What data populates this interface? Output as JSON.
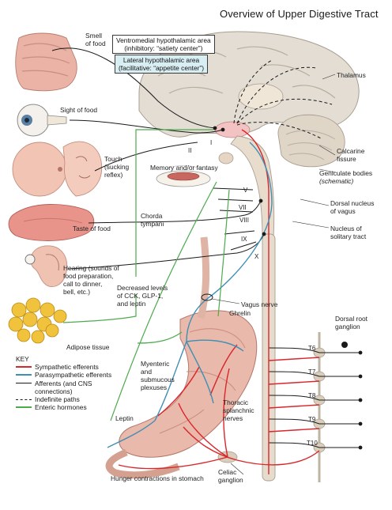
{
  "title": "Overview of Upper Digestive Tract",
  "boxes": {
    "vmh_line1": "Ventromedial hypothalamic area",
    "vmh_line2": "(inhibitory: “satiety center”)",
    "lha_line1": "Lateral hypothalamic area",
    "lha_line2": "(facilitative: “appetite center”)"
  },
  "labels": {
    "smell1": "Smell",
    "smell2": "of food",
    "sight": "Sight of food",
    "touch1": "Touch",
    "touch2": "(sucking",
    "touch3": "reflex)",
    "memory": "Memory and/or fantasy",
    "taste": "Taste of food",
    "chorda1": "Chorda",
    "chorda2": "tympani",
    "hearing1": "Hearing (sounds of",
    "hearing2": "food preparation,",
    "hearing3": "call to dinner,",
    "hearing4": "bell, etc.)",
    "decreased1": "Decreased levels",
    "decreased2": "of CCK, GLP-1,",
    "decreased3": "and leptin",
    "adipose": "Adipose tissue",
    "thalamus": "Thalamus",
    "calcarine1": "Calcarine",
    "calcarine2": "fissure",
    "geniculate1": "Geniculate bodies",
    "geniculate2": "(schematic)",
    "dorsal_vagus1": "Dorsal nucleus",
    "dorsal_vagus2": "of vagus",
    "solitary1": "Nucleus of",
    "solitary2": "solitary tract",
    "vagus": "Vagus nerve",
    "ghrelin": "Ghrelin",
    "drg1": "Dorsal root",
    "drg2": "ganglion",
    "myenteric1": "Myenteric",
    "myenteric2": "and",
    "myenteric3": "submucous",
    "myenteric4": "plexuses",
    "splanchnic1": "Thoracic",
    "splanchnic2": "splanchnic",
    "splanchnic3": "nerves",
    "leptin": "Leptin",
    "hunger": "Hunger contractions in stomach",
    "celiac1": "Celiac",
    "celiac2": "ganglion"
  },
  "cranial_nerves": {
    "v": "V",
    "vii": "VII",
    "viii": "VIII",
    "ix": "IX",
    "x": "X",
    "i": "I",
    "ii": "II"
  },
  "thoracic": [
    "T6",
    "T7",
    "T8",
    "T9",
    "T10"
  ],
  "key": {
    "title": "KEY",
    "items": [
      {
        "label": "Sympathetic efferents",
        "color": "#d9262b",
        "style": "solid"
      },
      {
        "label": "Parasympathetic efferents",
        "color": "#3f8fb5",
        "style": "solid"
      },
      {
        "label": "Afferents (and CNS",
        "color": "#1a1a1a",
        "style": "solid"
      },
      {
        "label": "connections)",
        "color": "",
        "style": "none"
      },
      {
        "label": "Indefinite paths",
        "color": "#1a1a1a",
        "style": "dashed"
      },
      {
        "label": "Enteric hormones",
        "color": "#4daa4d",
        "style": "solid"
      }
    ]
  },
  "colors": {
    "sympathetic": "#d9262b",
    "parasympathetic": "#3f8fb5",
    "afferent": "#1a1a1a",
    "hormone": "#4daa4d",
    "tissue": "#e9b9ac",
    "brain": "#e3ddd4",
    "fat": "#f1c23c"
  }
}
